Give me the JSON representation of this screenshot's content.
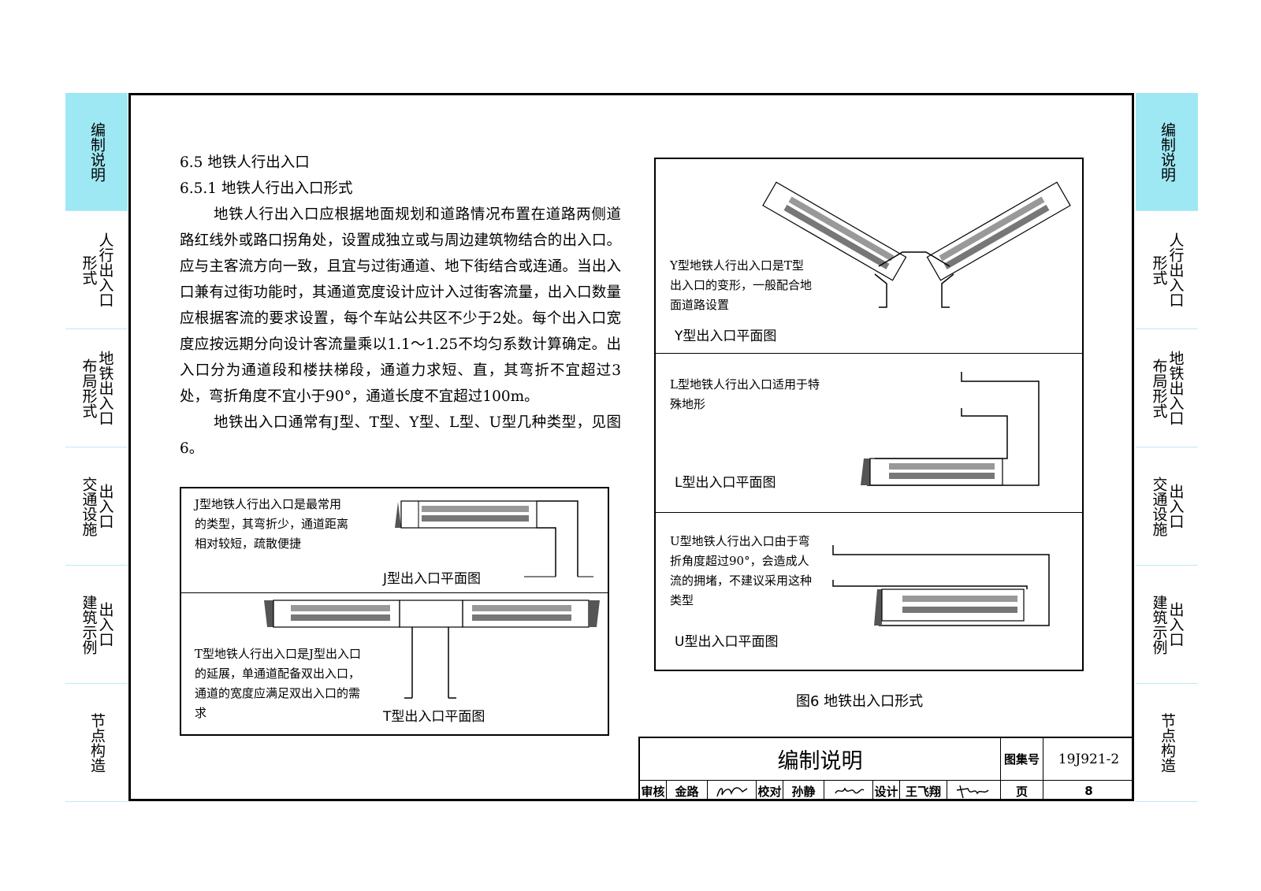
{
  "side_tabs": [
    {
      "lines": [
        "编制说明"
      ],
      "active": true
    },
    {
      "lines": [
        "人行出入口",
        "形式"
      ],
      "active": false
    },
    {
      "lines": [
        "地铁出入口",
        "布局形式"
      ],
      "active": false
    },
    {
      "lines": [
        "出入口",
        "交通设施"
      ],
      "active": false
    },
    {
      "lines": [
        "出入口",
        "建筑示例"
      ],
      "active": false
    },
    {
      "lines": [
        "节点构造"
      ],
      "active": false
    }
  ],
  "text": {
    "heading1": "6.5 地铁人行出入口",
    "heading2": "6.5.1 地铁人行出入口形式",
    "para1": "地铁人行出入口应根据地面规划和道路情况布置在道路两侧道路红线外或路口拐角处，设置成独立或与周边建筑物结合的出入口。应与主客流方向一致，且宜与过街通道、地下街结合或连通。当出入口兼有过街功能时，其通道宽度设计应计入过街客流量，出入口数量应根据客流的要求设置，每个车站公共区不少于2处。每个出入口宽度应按远期分向设计客流量乘以1.1～1.25不均匀系数计算确定。出入口分为通道段和楼扶梯段，通道力求短、直，其弯折不宜超过3处，弯折角度不宜小于90°，通道长度不宜超过100m。",
    "para2": "地铁出入口通常有J型、T型、Y型、L型、U型几种类型，见图6。"
  },
  "diagrams": {
    "j": {
      "note": "J型地铁人行出入口是最常用的类型，其弯折少，通道距离相对较短，疏散便捷",
      "caption": "J型出入口平面图"
    },
    "t": {
      "note": "T型地铁人行出入口是J型出入口的延展，单通道配备双出入口，通道的宽度应满足双出入口的需求",
      "caption": "T型出入口平面图"
    },
    "y": {
      "note": "Y型地铁人行出入口是T型出入口的变形，一般配合地面道路设置",
      "caption": "Y型出入口平面图"
    },
    "l": {
      "note": "L型地铁人行出入口适用于特殊地形",
      "caption": "L型出入口平面图"
    },
    "u": {
      "note": "U型地铁人行出入口由于弯折角度超过90°，会造成人流的拥堵，不建议采用这种类型",
      "caption": "U型出入口平面图"
    }
  },
  "figure_caption": "图6 地铁出入口形式",
  "title_block": {
    "title": "编制说明",
    "atlas_label": "图集号",
    "atlas_no": "19J921-2",
    "review_label": "审核",
    "review_name": "金路",
    "check_label": "校对",
    "check_name": "孙静",
    "design_label": "设计",
    "design_name": "王飞翔",
    "page_label": "页",
    "page_no": "8"
  },
  "colors": {
    "tab_active": "#9ee8f4",
    "tab_divider": "#bfe9f2"
  }
}
